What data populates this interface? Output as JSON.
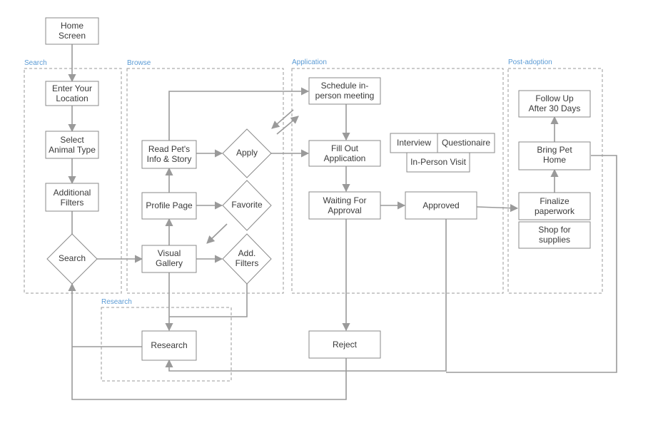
{
  "groups": {
    "search": "Search",
    "browse": "Browse",
    "application": "Application",
    "post_adoption": "Post-adoption",
    "research": "Research"
  },
  "nodes": {
    "home_screen": [
      "Home",
      "Screen"
    ],
    "enter_location": [
      "Enter Your",
      "Location"
    ],
    "select_animal": [
      "Select",
      "Animal Type"
    ],
    "additional_filters": [
      "Additional",
      "Filters"
    ],
    "search": [
      "Search"
    ],
    "read_pet_info": [
      "Read Pet's",
      "Info & Story"
    ],
    "apply": [
      "Apply"
    ],
    "profile_page": [
      "Profile Page"
    ],
    "favorite": [
      "Favorite"
    ],
    "visual_gallery": [
      "Visual",
      "Gallery"
    ],
    "add_filters": [
      "Add.",
      "Filters"
    ],
    "schedule_meeting": [
      "Schedule in-",
      "person meeting"
    ],
    "fill_application": [
      "Fill Out",
      "Application"
    ],
    "interview": [
      "Interview"
    ],
    "questionaire": [
      "Questionaire"
    ],
    "in_person_visit": [
      "In-Person Visit"
    ],
    "waiting_approval": [
      "Waiting For",
      "Approval"
    ],
    "approved": [
      "Approved"
    ],
    "reject": [
      "Reject"
    ],
    "research": [
      "Research"
    ],
    "follow_up": [
      "Follow Up",
      "After 30 Days"
    ],
    "bring_pet_home": [
      "Bring Pet",
      "Home"
    ],
    "finalize_paperwork": [
      "Finalize",
      "paperwork"
    ],
    "shop_supplies": [
      "Shop for",
      "supplies"
    ]
  },
  "colors": {
    "group_label": "#5b9bd5",
    "stroke": "#8a8a8a",
    "connector": "#9a9a9a",
    "text": "#3a3a3a"
  }
}
